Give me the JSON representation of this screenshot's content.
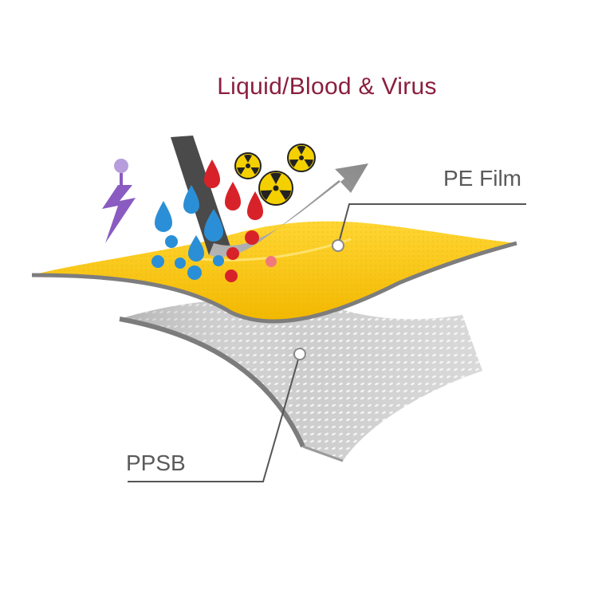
{
  "title": "Liquid/Blood & Virus",
  "labels": {
    "pe_film": "PE Film",
    "ppsb": "PPSB"
  },
  "colors": {
    "title": "#8b1e3f",
    "pe_film": "#f6c413",
    "ppsb": "#cfcfcf",
    "water_drop": "#1e88d0",
    "blood_drop": "#d62020",
    "hazard": "#f4d000",
    "static_bolt": "#8a5bc0"
  },
  "icons": [
    "static-charge-icon",
    "water-drop-icon",
    "blood-drop-icon",
    "radiation-hazard-icon",
    "deflect-arrow-icon"
  ]
}
